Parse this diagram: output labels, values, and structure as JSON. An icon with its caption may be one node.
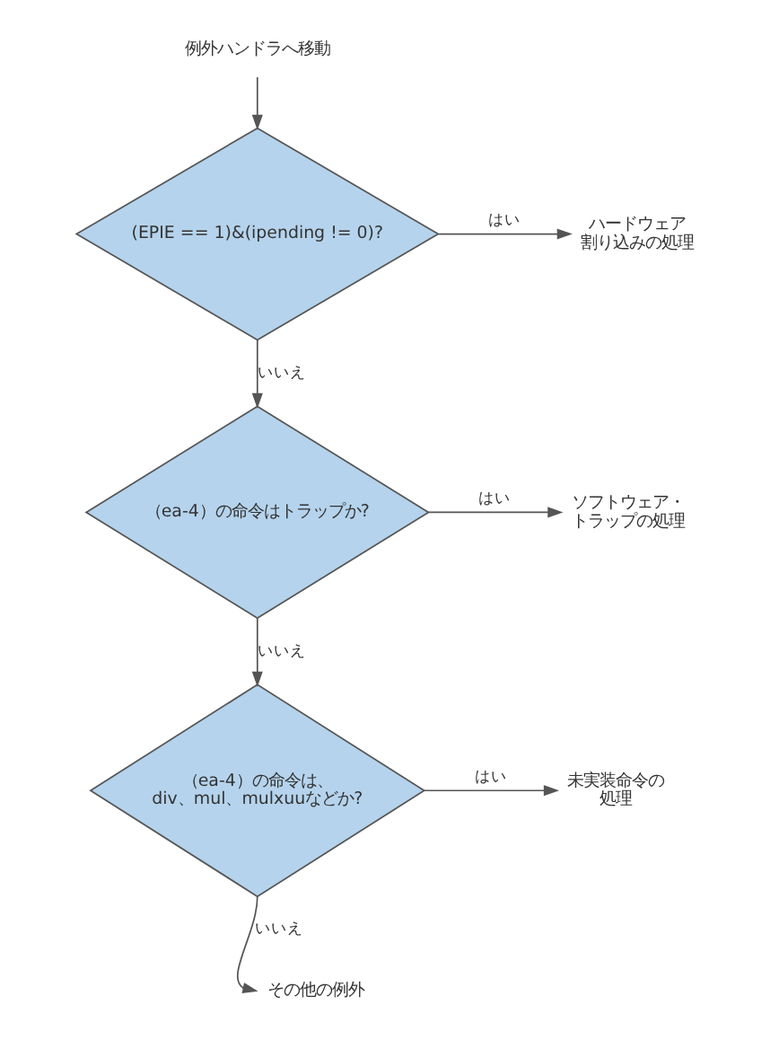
{
  "diagram": {
    "nodes": [
      {
        "text": [
          "例外ハンドラへ移動"
        ]
      },
      {
        "text": [
          "(EPIE == 1)&(ipending != 0)?"
        ]
      },
      {
        "text": [
          "ハードウェア割り込みの処理"
        ]
      },
      {
        "text": [
          "（ea-4）の命令はトラップか?"
        ]
      },
      {
        "text": [
          "ソフトウェア・トラップの処理"
        ]
      },
      {
        "text": [
          "（ea-4）の命令は、div、mul、mulxuuなどか?"
        ]
      },
      {
        "text": [
          "未実装命令の処理"
        ]
      },
      {
        "text": [
          "その他の例外"
        ]
      }
    ],
    "edges": [
      {
        "from": 0,
        "to": 1,
        "arrow": "to"
      },
      {
        "from": 1,
        "to": 2,
        "arrow": "to",
        "label": "はい"
      },
      {
        "from": 1,
        "to": 3,
        "arrow": "to",
        "label": "いいえ"
      },
      {
        "from": 3,
        "to": 4,
        "arrow": "to",
        "label": "はい"
      },
      {
        "from": 3,
        "to": 5,
        "arrow": "to",
        "label": "いいえ"
      },
      {
        "from": 5,
        "to": 6,
        "arrow": "to",
        "label": "はい"
      },
      {
        "from": 5,
        "to": 7,
        "arrow": "to",
        "label": "いいえ"
      }
    ]
  }
}
